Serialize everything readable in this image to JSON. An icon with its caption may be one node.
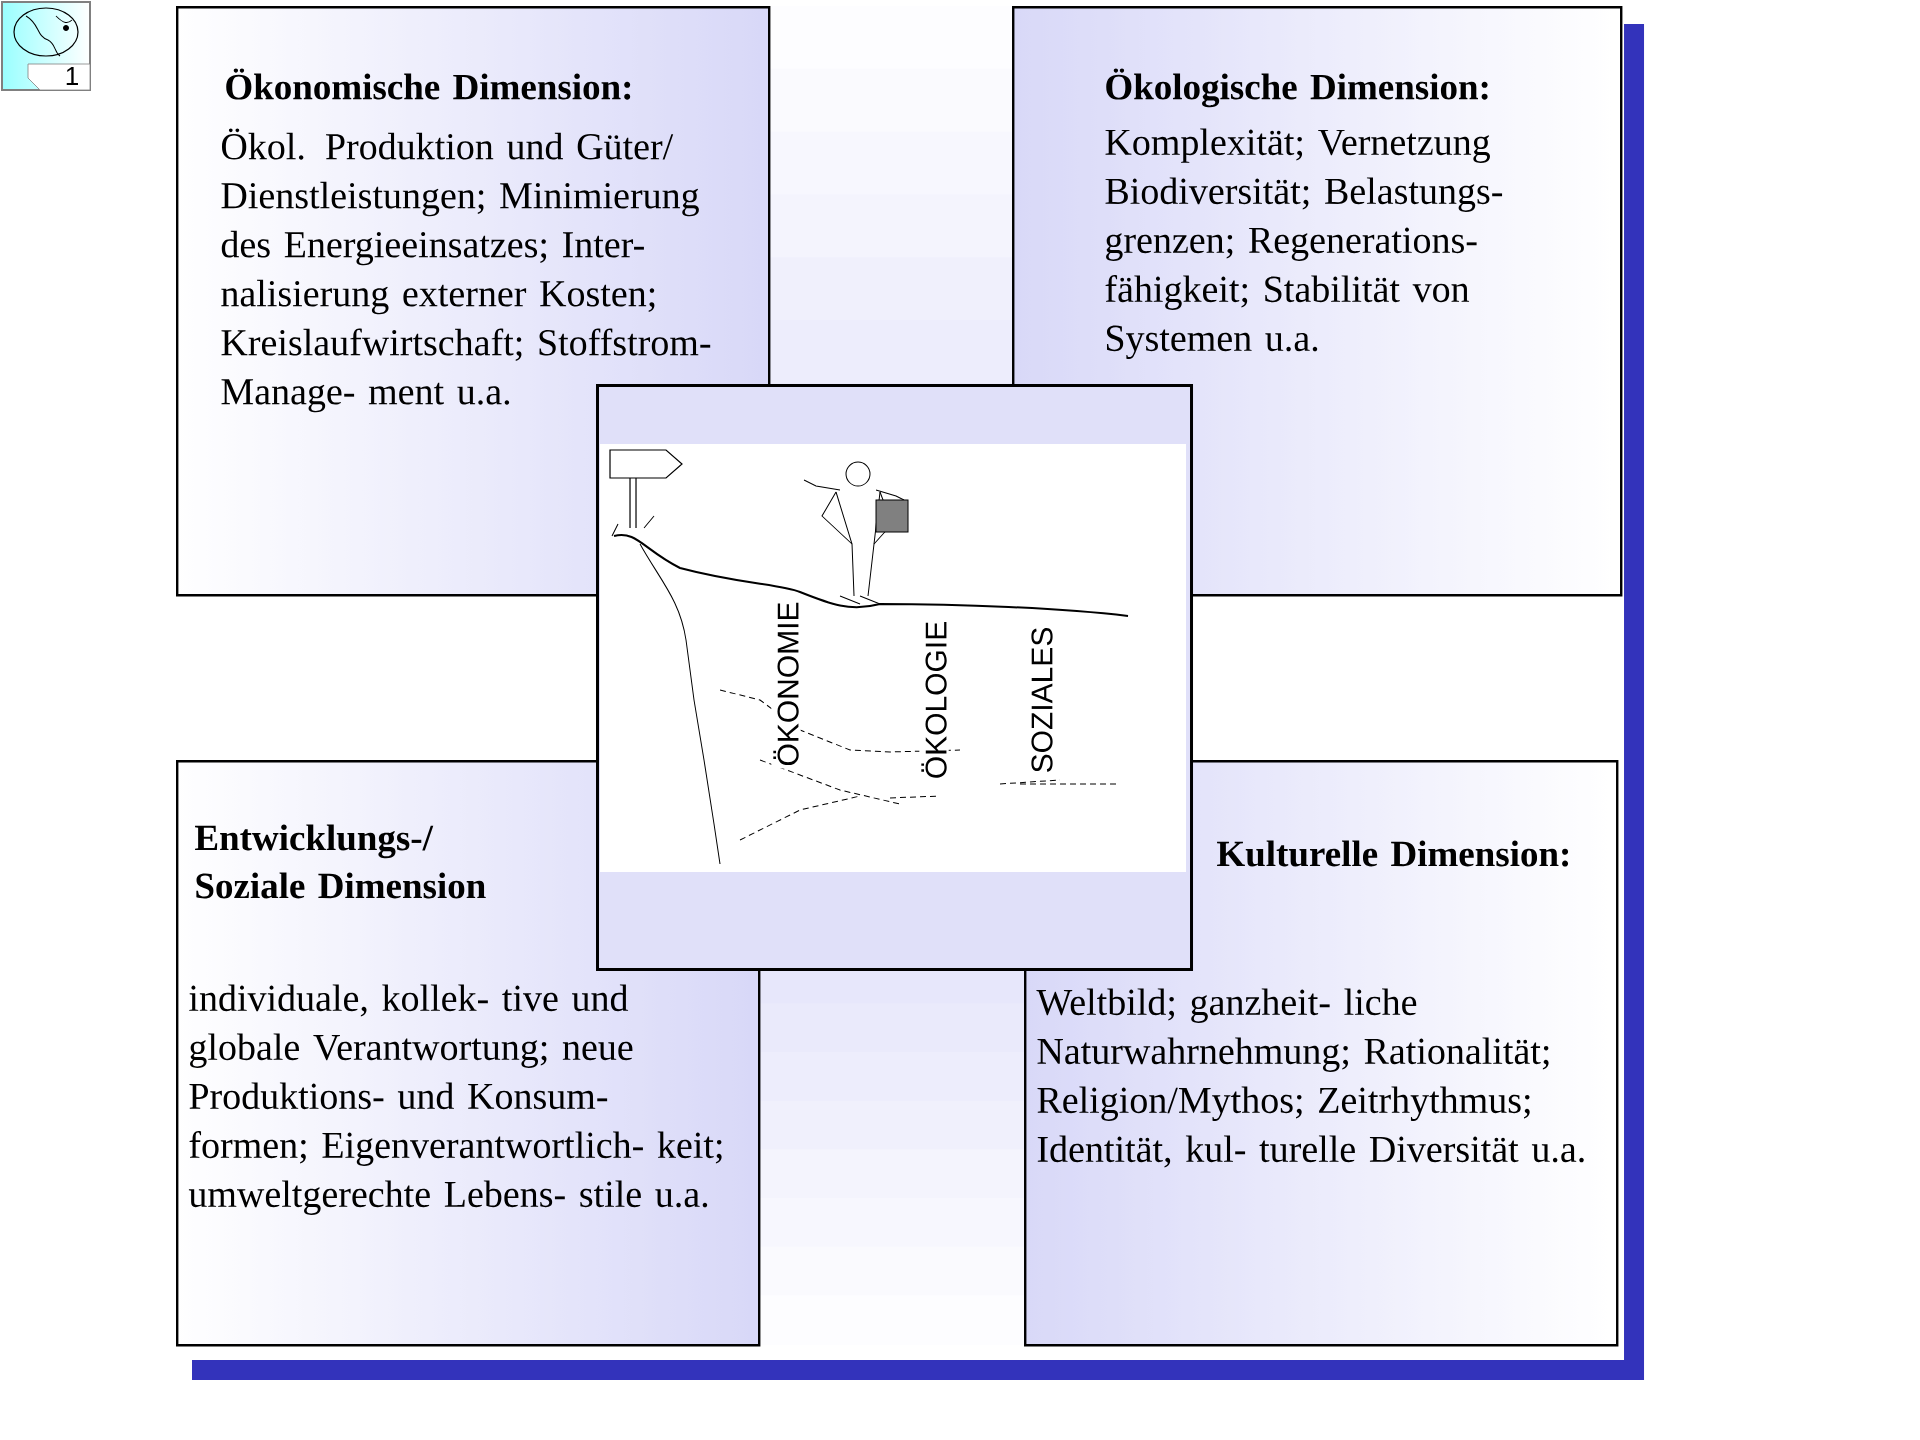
{
  "diagram": {
    "nodes": [
      {
        "text": [
          "Ökonomische Dimension:",
          "Ökol. Produktion und Güter/ Dienstleistungen; Minimierung des Energieeinsatzes; Inter- nalisierung externer Kosten; Kreislaufwirtschaft; Stoffstrom-Manage- ment u.a."
        ]
      },
      {
        "text": [
          "Ökologische Dimension:",
          "Komplexität; Vernetzung Biodiversität; Belastungs- grenzen; Regenerations- fähigkeit; Stabilität von Systemen u.a."
        ]
      },
      {
        "text": [
          "Entwicklungs-/ Soziale Dimension",
          "individuale, kollek- tive und globale Verantwortung; neue Produktions- und Konsum- formen; Eigenverantwortlich- keit; umweltgerechte Lebens- stile u.a."
        ]
      },
      {
        "text": [
          "Kulturelle Dimension:",
          "Weltbild; ganzheit- liche Naturwahrnehmung; Rationalität; Religion/Mythos; Zeitrhythmus; Identität, kul- turelle Diversität u.a."
        ]
      },
      {
        "text": [
          "ÖKONOMIE",
          "ÖKOLOGIE",
          "SOZIALES"
        ]
      }
    ],
    "labels": [
      "1"
    ]
  }
}
